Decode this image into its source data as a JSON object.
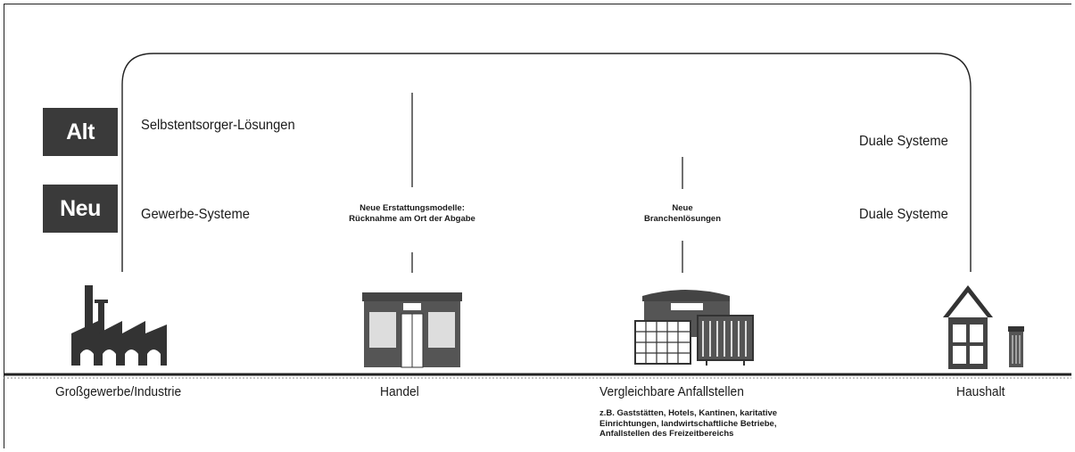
{
  "tags": {
    "alt": "Alt",
    "neu": "Neu"
  },
  "rows": {
    "alt_left": "Selbstentsorger-Lösungen",
    "neu_left": "Gewerbe-Systeme",
    "alt_right": "Duale Systeme",
    "neu_right": "Duale Systeme"
  },
  "mid_labels": {
    "handel": [
      "Neue Erstattungsmodelle:",
      "Rücknahme am Ort der Abgabe"
    ],
    "anfall": [
      "Neue",
      "Branchenlösungen"
    ]
  },
  "categories": {
    "industrie": "Großgewerbe/Industrie",
    "handel": "Handel",
    "anfall": "Vergleichbare Anfallstellen",
    "anfall_detail": [
      "z.B. Gaststätten, Hotels, Kantinen, karitative",
      "Einrichtungen, landwirtschaftliche Betriebe,",
      "Anfallstellen des Freizeitbereichs"
    ],
    "haushalt": "Haushalt"
  },
  "icons": [
    "factory-icon",
    "shop-icon",
    "market-with-containers-icon",
    "house-icon",
    "trash-bin-icon"
  ],
  "colors": {
    "tag_bg": "#3a3a3a",
    "line": "#222222"
  }
}
